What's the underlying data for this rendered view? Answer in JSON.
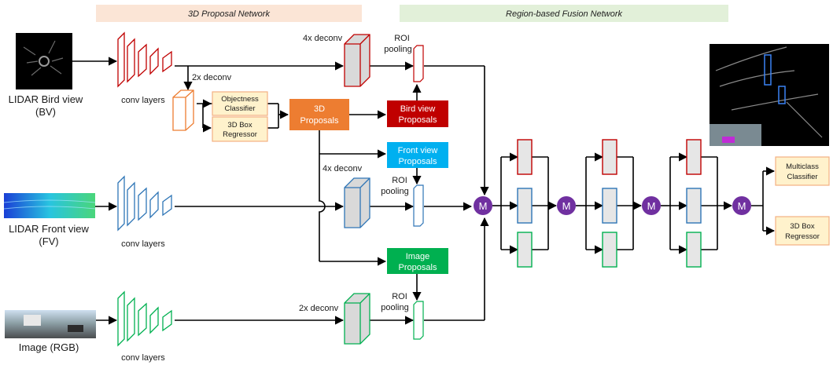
{
  "headers": {
    "proposal_network": "3D Proposal Network",
    "fusion_network": "Region-based Fusion Network"
  },
  "inputs": {
    "bird_view_line1": "LIDAR Bird view",
    "bird_view_line2": "(BV)",
    "front_view_line1": "LIDAR Front view",
    "front_view_line2": "(FV)",
    "image": "Image (RGB)"
  },
  "labels": {
    "conv_layers": "conv layers",
    "deconv_4x": "4x deconv",
    "deconv_2x": "2x deconv",
    "roi_line1": "ROI",
    "roi_line2": "pooling"
  },
  "boxes": {
    "objectness_line1": "Objectness",
    "objectness_line2": "Classifier",
    "box_regressor_line1": "3D Box",
    "box_regressor_line2": "Regressor",
    "proposals_line1": "3D",
    "proposals_line2": "Proposals",
    "bird_prop_line1": "Bird view",
    "bird_prop_line2": "Proposals",
    "front_prop_line1": "Front view",
    "front_prop_line2": "Proposals",
    "image_prop_line1": "Image",
    "image_prop_line2": "Proposals",
    "multiclass_line1": "Multiclass",
    "multiclass_line2": "Classifier",
    "final_reg_line1": "3D Box",
    "final_reg_line2": "Regressor"
  },
  "fusion_symbol": "M",
  "colors": {
    "bird": "#c00000",
    "front": "#2e75b6",
    "image": "#00b050",
    "proposal_orange": "#ed7d31",
    "front_prop_blue": "#00b0f0",
    "fusion_purple": "#7030a0",
    "box_fill": "#fff2cc",
    "box_border": "#f4b183",
    "header_orange": "#fbe5d6",
    "header_green": "#e2f0d9",
    "layer_grey": "#d9d9d9"
  }
}
